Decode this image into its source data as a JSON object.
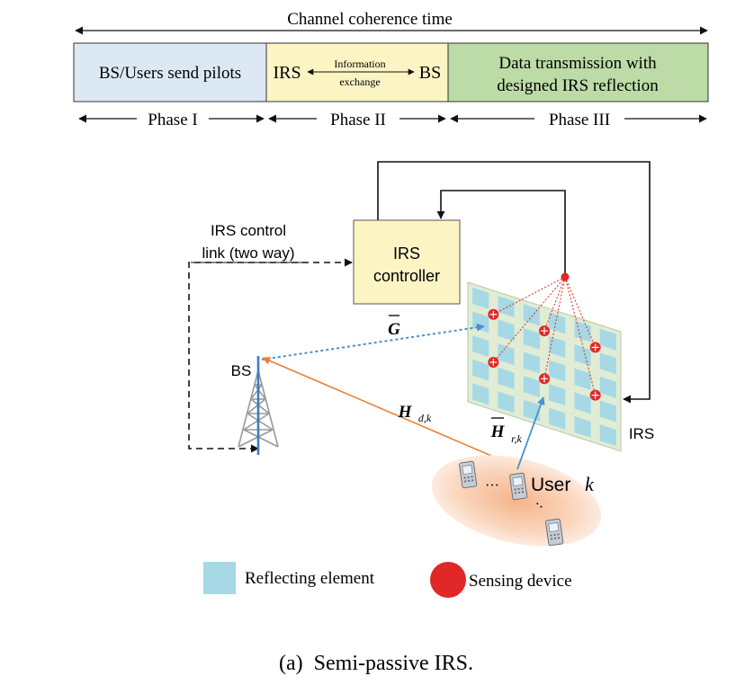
{
  "timeline": {
    "title": "Channel coherence time",
    "phase1_box": "BS/Users send pilots",
    "phase2_box": {
      "left": "IRS",
      "right": "BS",
      "arrow_top": "Information",
      "arrow_bottom": "exchange"
    },
    "phase3_box": {
      "line1": "Data transmission with",
      "line2": "designed IRS reflection"
    },
    "phase_labels": [
      "Phase I",
      "Phase II",
      "Phase III"
    ],
    "colors": {
      "phase1": "#dce9f5",
      "phase2": "#fdf4c4",
      "phase3": "#bcdba6"
    }
  },
  "scene": {
    "controller": {
      "line1": "IRS",
      "line2": "controller",
      "color": "#fdf4c4"
    },
    "control_link": {
      "line1": "IRS control",
      "line2": "link (two way)"
    },
    "bs_label": "BS",
    "irs_label": "IRS",
    "user": {
      "label": "User",
      "index": "k",
      "dots": "···",
      "diag_dots": "··"
    },
    "channels": {
      "G": {
        "base": "G",
        "bar": true,
        "color": "#4a8fce"
      },
      "Hd": {
        "base": "H",
        "sub": "d,k",
        "color": "#ee7d31"
      },
      "Hr": {
        "base": "H",
        "sub": "r,k",
        "bar": true,
        "color": "#4a8fce"
      }
    },
    "colors": {
      "panel": "#e0ecd4",
      "element": "#a6d8e6",
      "sensor": "#e02828"
    }
  },
  "legend": {
    "reflecting": "Reflecting element",
    "sensing": "Sensing device"
  },
  "caption": "(a)  Semi-passive IRS."
}
